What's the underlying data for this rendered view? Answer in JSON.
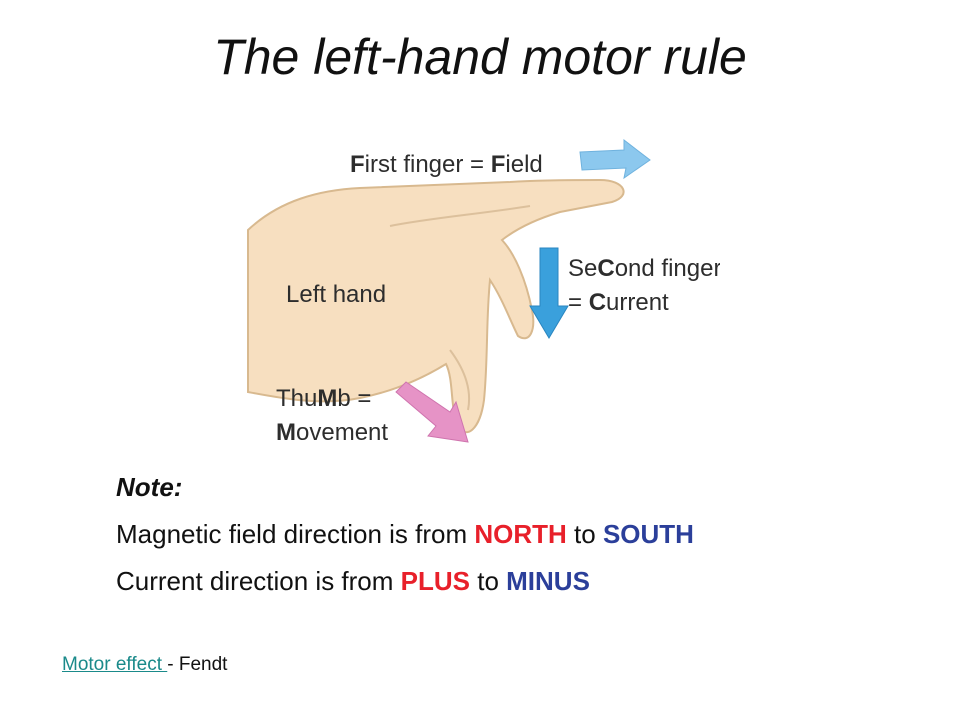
{
  "title": "The left-hand motor rule",
  "diagram": {
    "first_finger": {
      "label_a": "F",
      "label_b": "irst finger = ",
      "label_c": "F",
      "label_d": "ield"
    },
    "second_finger": {
      "line1_a": "Se",
      "line1_b": "C",
      "line1_c": "ond finger",
      "line2_a": "= ",
      "line2_b": "C",
      "line2_c": "urrent"
    },
    "thumb": {
      "line1_a": "Thu",
      "line1_b": "M",
      "line1_c": "b =",
      "line2_a": "M",
      "line2_b": "ovement"
    },
    "hand_label": "Left hand",
    "colors": {
      "field_arrow": "#8cc8ee",
      "current_arrow": "#3aa0dc",
      "movement_arrow": "#e693c6",
      "skin": "#f7dfc0"
    }
  },
  "notes": {
    "heading": "Note:",
    "line1": {
      "text_a": "Magnetic field direction is from ",
      "north": "NORTH",
      "text_b": " to ",
      "south": "SOUTH"
    },
    "line2": {
      "text_a": "Current direction is from ",
      "plus": "PLUS",
      "text_b": " to ",
      "minus": "MINUS"
    }
  },
  "footer": {
    "link_text": "Motor effect ",
    "suffix": " - Fendt"
  }
}
